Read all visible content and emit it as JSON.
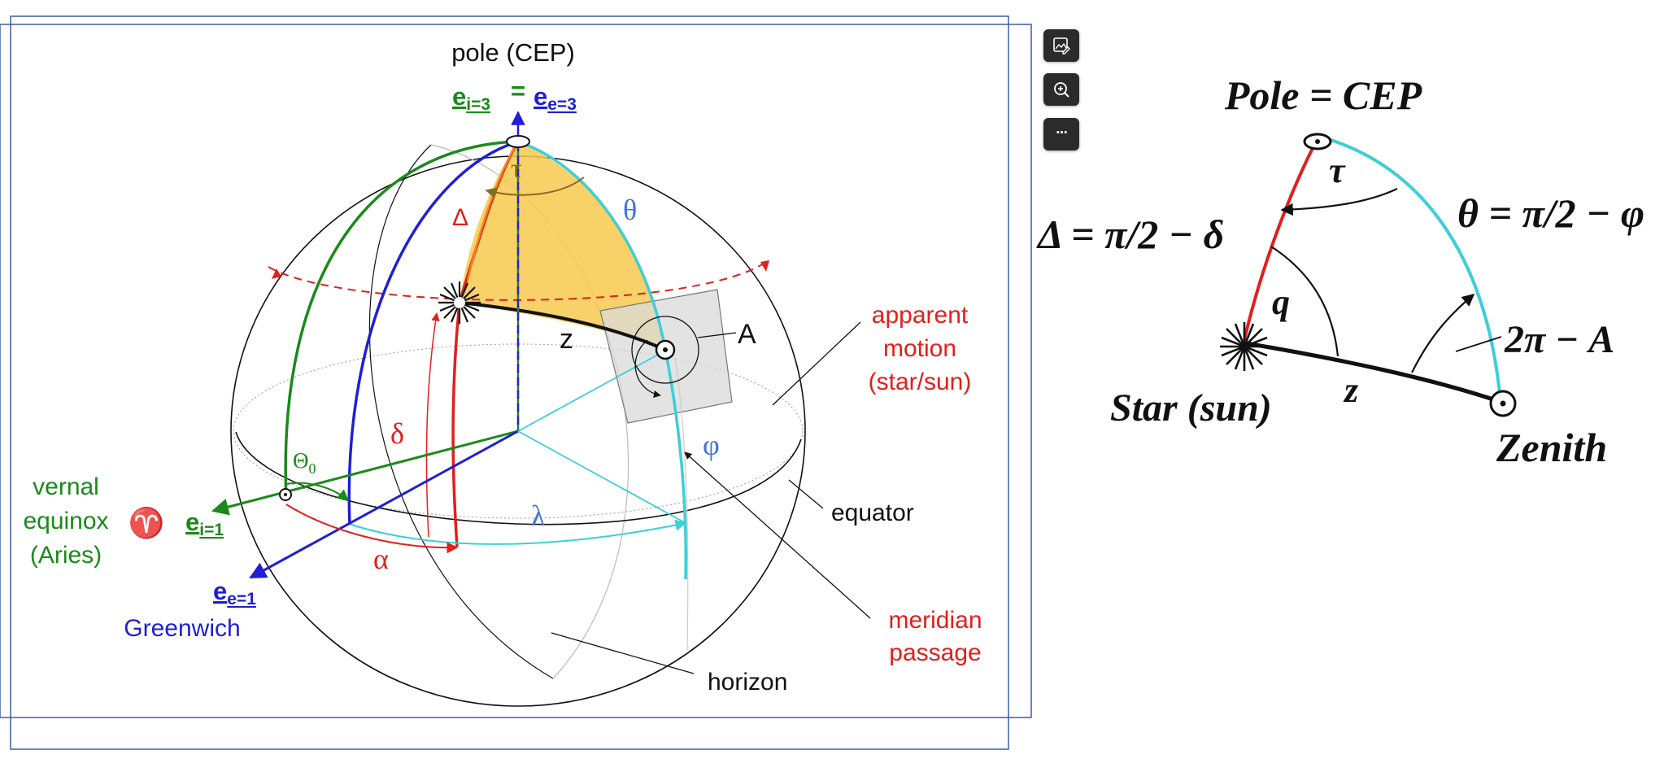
{
  "toolbar": {
    "edit_icon": "image-edit-icon",
    "zoom_icon": "zoom-in-icon",
    "more_icon": "more-horizontal-icon",
    "more_label": "···"
  },
  "left_figure": {
    "pole_label": "pole (CEP)",
    "axis_ei3_base": "e",
    "axis_ei3_sub": "i=3",
    "equals": "=",
    "axis_ee3_base": "e",
    "axis_ee3_sub": "e=3",
    "tau": "τ",
    "theta": "θ",
    "Delta": "Δ",
    "z": "z",
    "A": "A",
    "delta": "δ",
    "phi": "φ",
    "lambda": "λ",
    "alpha": "α",
    "Theta0_base": "Θ",
    "Theta0_sub": "0",
    "vernal_1": "vernal",
    "vernal_2": "equinox",
    "vernal_3": "(Aries)",
    "aries_symbol": "♈",
    "axis_ei1_base": "e",
    "axis_ei1_sub": "i=1",
    "axis_ee1_base": "e",
    "axis_ee1_sub": "e=1",
    "greenwich": "Greenwich",
    "apparent_1": "apparent",
    "apparent_2": "motion",
    "apparent_3": "(star/sun)",
    "equator": "equator",
    "meridian_1": "meridian",
    "meridian_2": "passage",
    "horizon": "horizon"
  },
  "right_figure": {
    "pole_eq": "Pole = CEP",
    "tau": "τ",
    "Delta_eq": "Δ = π/2 − δ",
    "theta_eq": "θ = π/2 − φ",
    "q": "q",
    "two_pi_A": "2π − A",
    "star": "Star (sun)",
    "z": "z",
    "zenith": "Zenith"
  },
  "colors": {
    "frame": "#3d5fa3",
    "green": "#1a8a1a",
    "blue": "#1f1fd6",
    "red": "#e0201c",
    "cyan": "#3ccfd6",
    "orange_fill": "#f7c94f",
    "text_blue": "#3f74d9",
    "tau_brown": "#8a6a20"
  }
}
